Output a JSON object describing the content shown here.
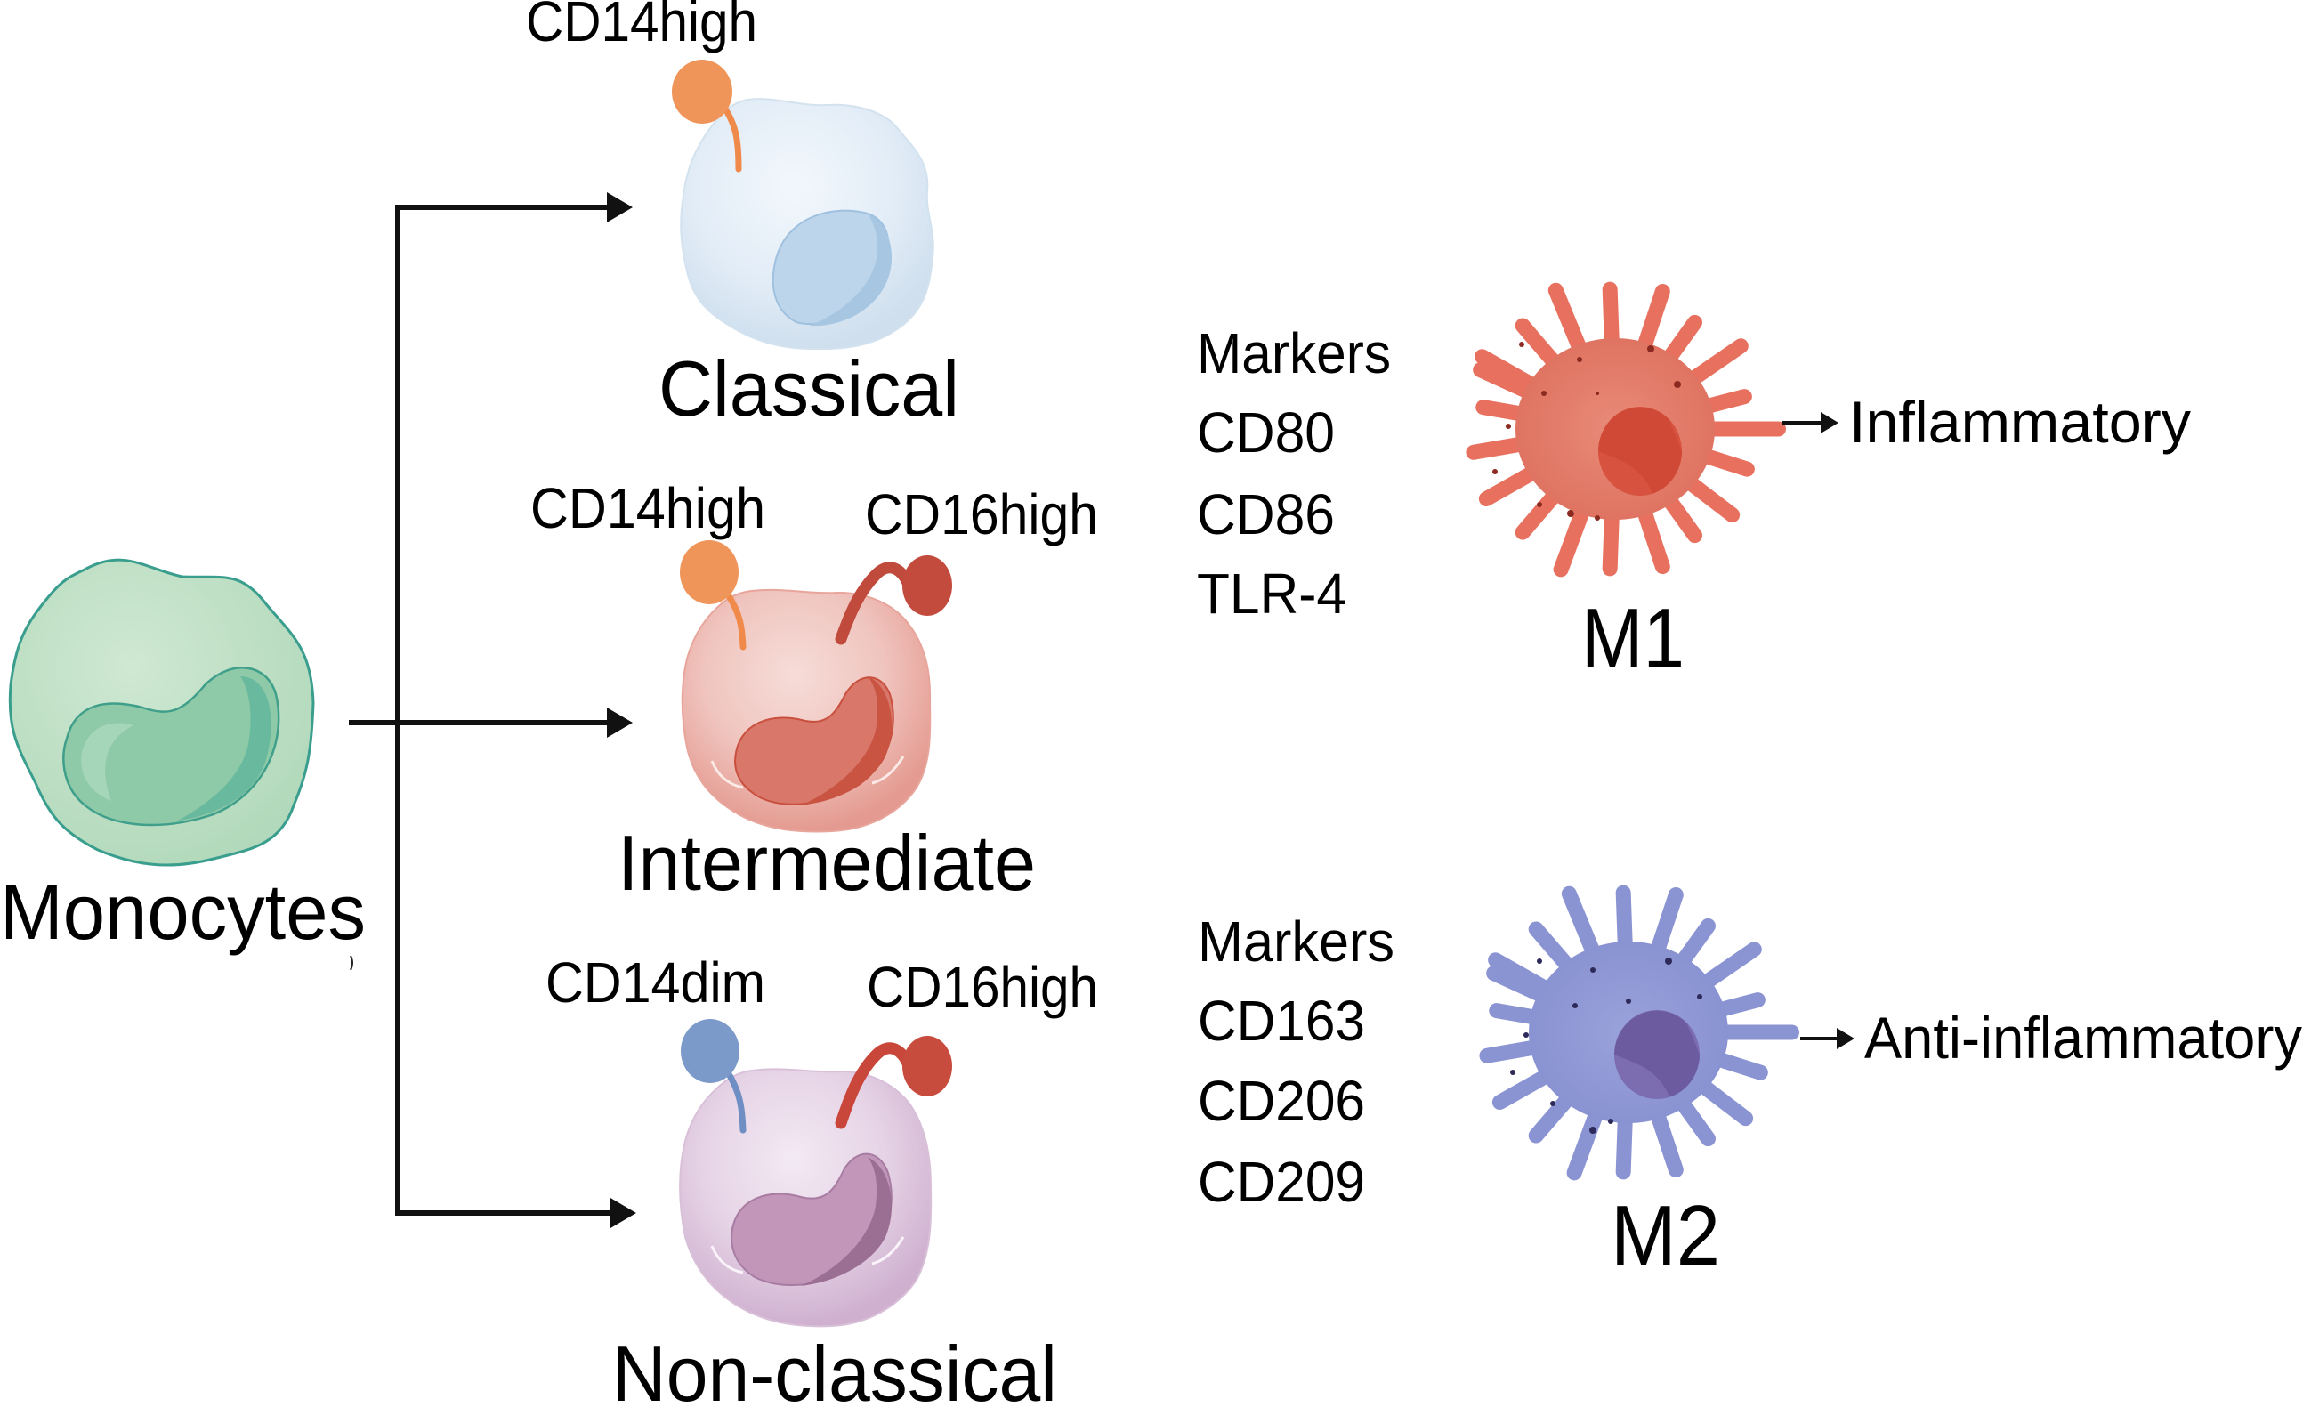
{
  "figure": {
    "title": "Monocyte subsets and macrophage polarization"
  },
  "source_cell": {
    "label": "Monocytes",
    "color": "#bfe0c4"
  },
  "subsets": [
    {
      "label": "Classical",
      "receptors": [
        {
          "label": "CD14high",
          "color": "#f0955a"
        }
      ],
      "color": "#d6e4f0"
    },
    {
      "label": "Intermediate",
      "receptors": [
        {
          "label": "CD14high",
          "color": "#f0955a"
        },
        {
          "label": "CD16high",
          "color": "#c04a3c"
        }
      ],
      "color": "#e9a39a"
    },
    {
      "label": "Non-classical",
      "receptors": [
        {
          "label": "CD14dim",
          "color": "#7b9ac9"
        },
        {
          "label": "CD16high",
          "color": "#c9473a"
        }
      ],
      "color": "#d8bcd6"
    }
  ],
  "macrophages": [
    {
      "label": "M1",
      "markers_title": "Markers",
      "markers": [
        "CD80",
        "CD86",
        "TLR-4"
      ],
      "outcome": "Inflammatory",
      "color": "#e07462"
    },
    {
      "label": "M2",
      "markers_title": "Markers",
      "markers": [
        "CD163",
        "CD206",
        "CD209"
      ],
      "outcome": "Anti-inflammatory",
      "color": "#8c95d4"
    }
  ]
}
